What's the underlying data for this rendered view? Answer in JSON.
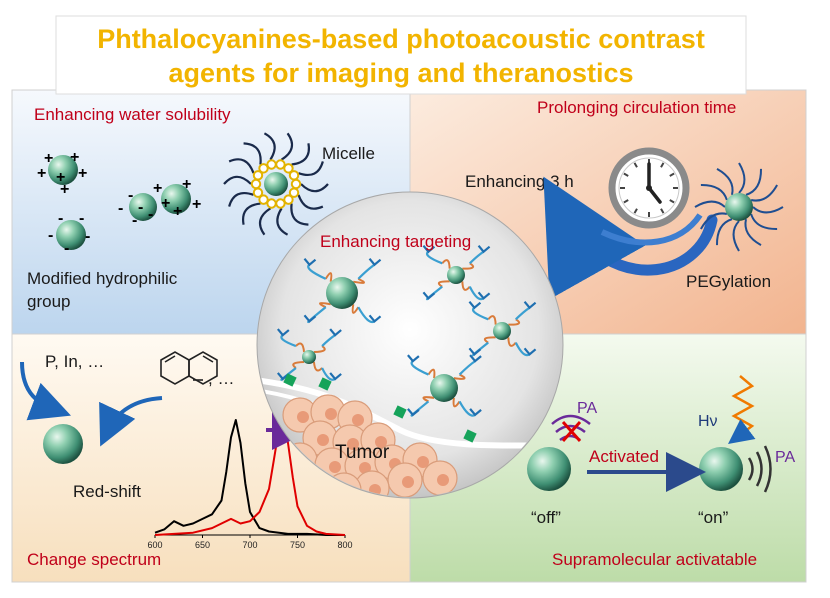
{
  "title": {
    "line1": "Phthalocyanines-based photoacoustic contrast",
    "line2": "agents for imaging and theranostics"
  },
  "panels": {
    "water_solubility": {
      "heading": "Enhancing water solubility",
      "micelle_label": "Micelle",
      "group_label_line1": "Modified hydrophilic",
      "group_label_line2": "group"
    },
    "circulation": {
      "heading": "Prolonging circulation time",
      "time_label": "Enhancing 3 h",
      "peg_label": "PEGylation"
    },
    "targeting": {
      "heading": "Enhancing targeting",
      "tumor_label": "Tumor"
    },
    "spectrum": {
      "heading": "Change spectrum",
      "dopant_label": "P, In, …",
      "ring_suffix": ", …",
      "redshift_label": "Red-shift",
      "x_ticks": [
        "600",
        "650",
        "700",
        "750",
        "800"
      ],
      "x_range": [
        600,
        800
      ]
    },
    "activatable": {
      "heading": "Supramolecular activatable",
      "pa_off": "PA",
      "pa_on": "PA",
      "hv_label": "Hν",
      "activated_label": "Activated",
      "off_label": "“off”",
      "on_label": "“on”"
    }
  },
  "colors": {
    "title": "#f2b400",
    "heading_red": "#c0001a",
    "panel_blue": "#cfe1f2",
    "panel_orange": "#f6c7a9",
    "panel_yellow": "#fbecd7",
    "panel_green": "#d3e8c5",
    "arrow_blue": "#1f66b8",
    "pa_purple": "#6a2a9a",
    "spectrum_black": "#000000",
    "spectrum_red": "#e00000"
  },
  "chart_data": {
    "type": "line",
    "x_range": [
      600,
      800
    ],
    "x_ticks": [
      600,
      650,
      700,
      750,
      800
    ],
    "series": [
      {
        "color": "#000000",
        "x": [
          600,
          610,
          620,
          630,
          640,
          650,
          660,
          670,
          675,
          680,
          685,
          690,
          695,
          700,
          710,
          720,
          740,
          760,
          780,
          800
        ],
        "y": [
          0.02,
          0.05,
          0.12,
          0.08,
          0.1,
          0.14,
          0.18,
          0.3,
          0.55,
          0.85,
          1.0,
          0.8,
          0.45,
          0.2,
          0.06,
          0.03,
          0.01,
          0.01,
          0.0,
          0.0
        ]
      },
      {
        "color": "#e00000",
        "x": [
          600,
          620,
          640,
          660,
          670,
          680,
          690,
          700,
          710,
          720,
          725,
          730,
          735,
          740,
          745,
          750,
          760,
          770,
          780,
          800
        ],
        "y": [
          0.0,
          0.01,
          0.02,
          0.06,
          0.1,
          0.14,
          0.1,
          0.12,
          0.2,
          0.4,
          0.65,
          0.9,
          0.98,
          0.8,
          0.5,
          0.25,
          0.08,
          0.03,
          0.01,
          0.0
        ]
      }
    ]
  }
}
